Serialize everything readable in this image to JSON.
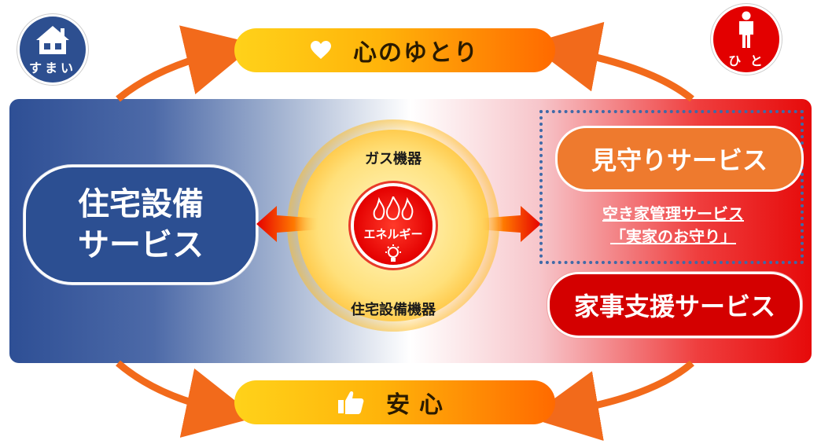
{
  "top": {
    "label": "心のゆとり",
    "icon": "heart-icon"
  },
  "bottom": {
    "label": "安心",
    "icon": "thumbs-up-icon"
  },
  "badge_left": {
    "label": "すまい",
    "icon": "house-icon"
  },
  "badge_right": {
    "label": "ひと",
    "icon": "person-icon"
  },
  "left_service": {
    "line1": "住宅設備",
    "line2": "サービス"
  },
  "center": {
    "top_label": "ガス機器",
    "core_label": "エネルギー",
    "bottom_label": "住宅設備機器",
    "icons": [
      "flame-icon",
      "lightbulb-icon"
    ]
  },
  "right": {
    "watch_service": "見守りサービス",
    "sub_line1": "空き家管理サービス",
    "sub_line2": "「実家のお守り」",
    "housework_service": "家事支援サービス"
  },
  "colors": {
    "navy": "#2c4f92",
    "red": "#d40000",
    "orange": "#ee7a2e",
    "gold": "#ffb40a",
    "arrow": "#f26a1b"
  }
}
